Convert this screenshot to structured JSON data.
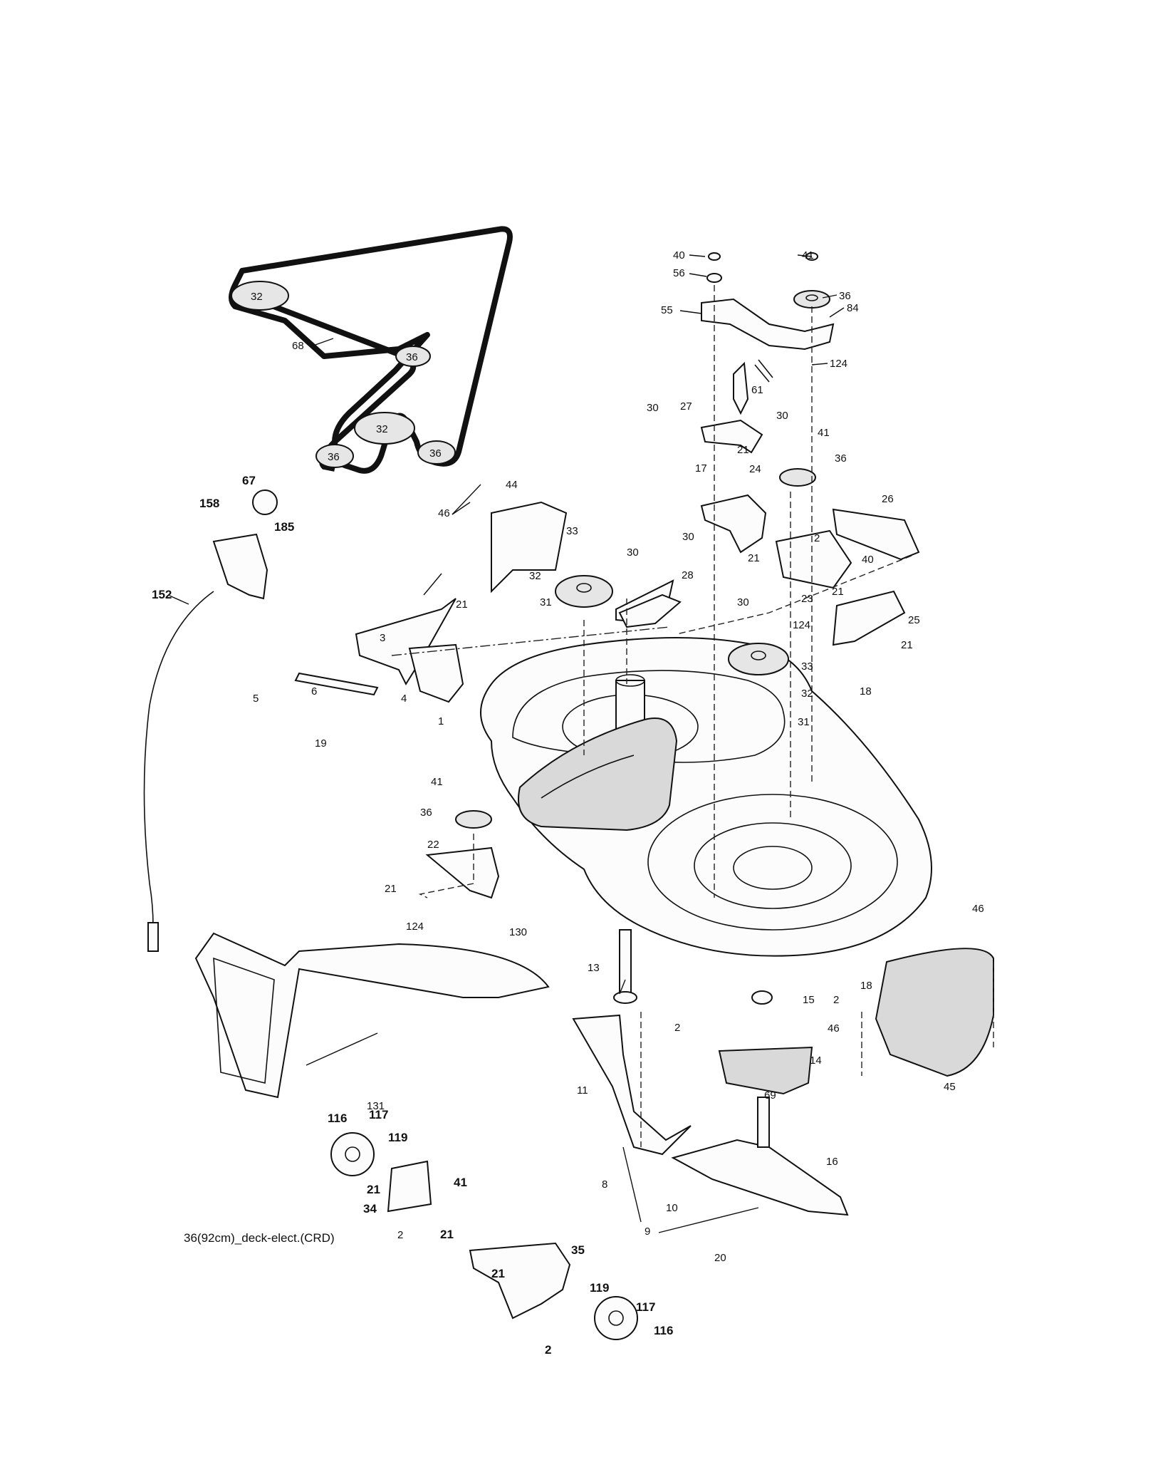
{
  "caption": "36(92cm)_deck-elect.(CRD)",
  "belt_pulley_labels": [
    "32",
    "36",
    "32",
    "36",
    "36"
  ],
  "callouts": [
    "40",
    "41",
    "56",
    "36",
    "55",
    "84",
    "124",
    "61",
    "30",
    "27",
    "30",
    "41",
    "21",
    "17",
    "36",
    "24",
    "26",
    "2",
    "40",
    "21",
    "23",
    "21",
    "25",
    "124",
    "21",
    "18",
    "30",
    "33",
    "32",
    "31",
    "67",
    "158",
    "185",
    "44",
    "46",
    "33",
    "30",
    "30",
    "32",
    "31",
    "28",
    "152",
    "3",
    "21",
    "5",
    "6",
    "4",
    "19",
    "1",
    "41",
    "36",
    "22",
    "21",
    "124",
    "130",
    "46",
    "13",
    "2",
    "15",
    "2",
    "18",
    "46",
    "14",
    "45",
    "11",
    "131",
    "116",
    "117",
    "119",
    "21",
    "34",
    "41",
    "69",
    "16",
    "8",
    "10",
    "9",
    "20",
    "2",
    "21",
    "35",
    "21",
    "119",
    "117",
    "116",
    "2",
    "68"
  ],
  "icons": [
    "belt-assembly",
    "mower-deck",
    "blade",
    "wheel",
    "pulley",
    "spindle"
  ]
}
